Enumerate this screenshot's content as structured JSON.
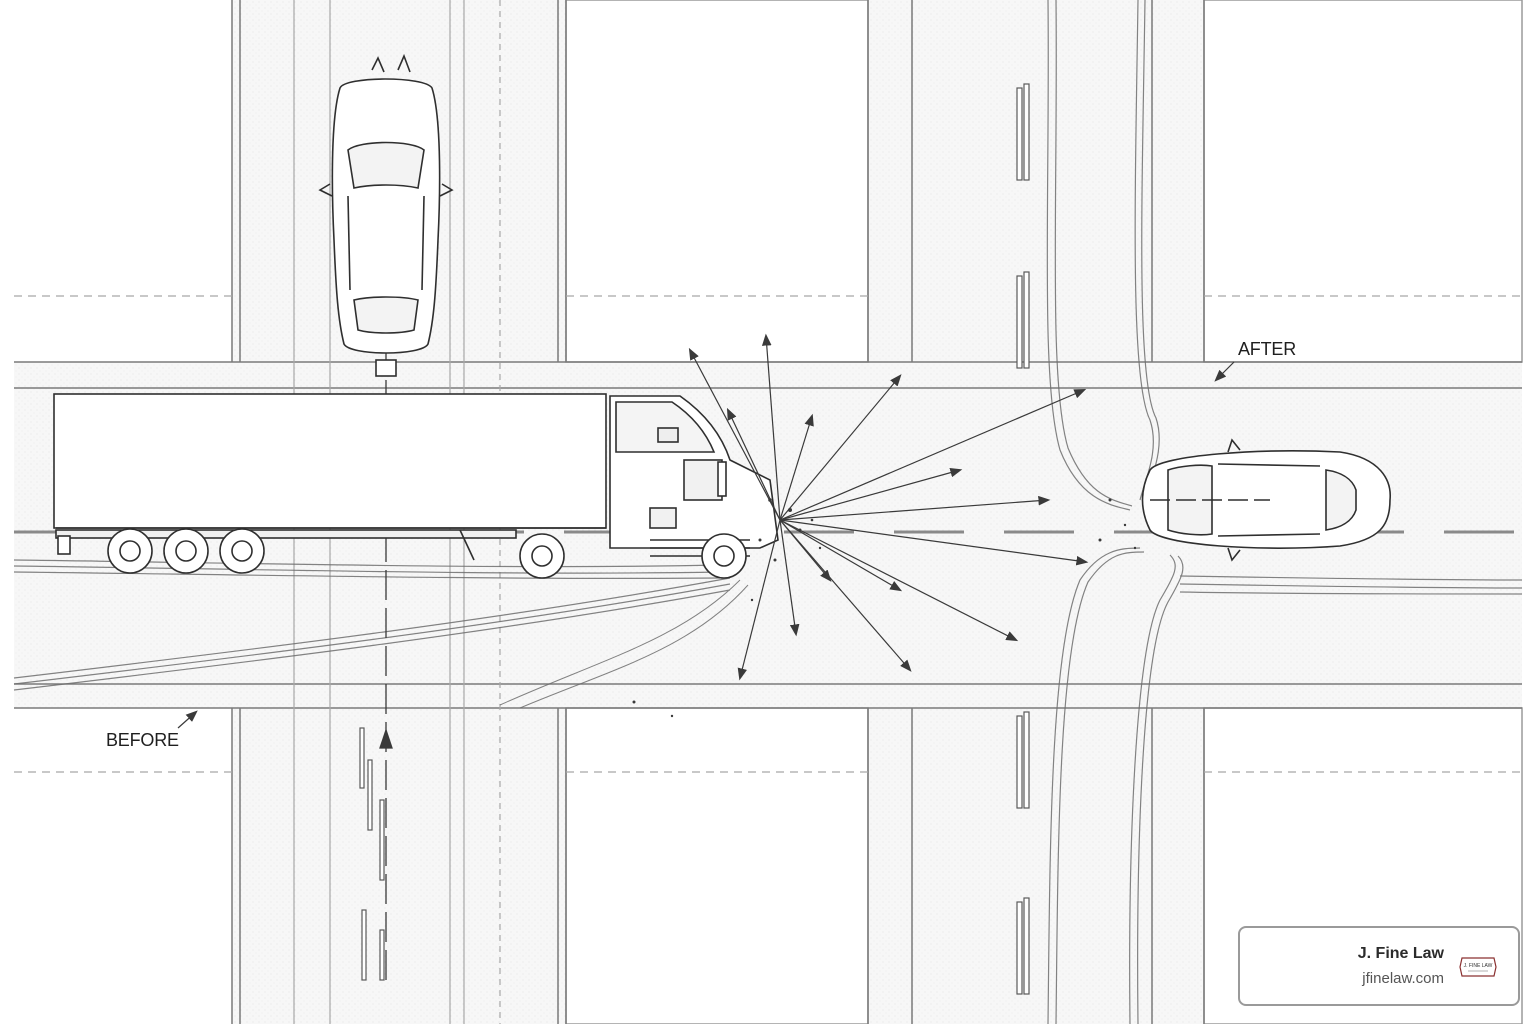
{
  "labels": {
    "before": "BEFORE",
    "after": "AFTER"
  },
  "watermark": {
    "name": "J. Fine Law",
    "url": "jfinelaw.com",
    "logo_text": "J. FINE LAW"
  },
  "colors": {
    "line": "#3a3a3a",
    "road_edge": "#8c8c8c",
    "skid": "#6e6e6e",
    "background": "#ffffff",
    "road_fill": "#f6f6f6"
  },
  "icons": [
    "sedan-northbound-icon",
    "semi-truck-icon",
    "sedan-after-icon",
    "impact-burst-icon",
    "skid-marks-icon",
    "lawfirm-logo-icon"
  ]
}
